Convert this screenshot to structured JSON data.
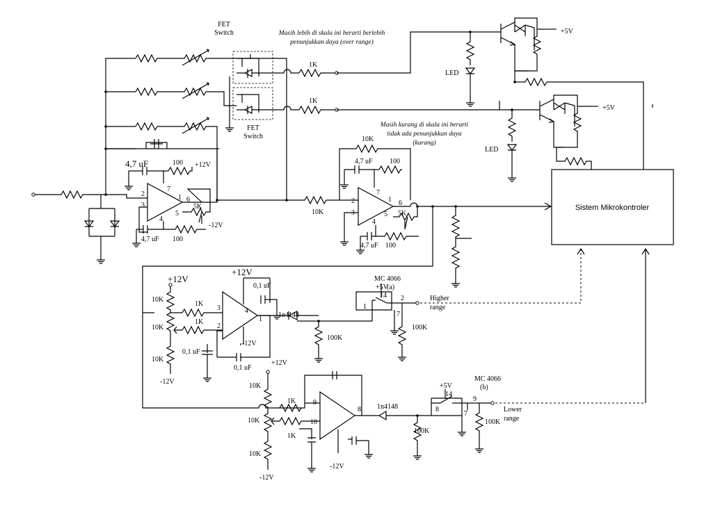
{
  "labels": {
    "fet_switch_1": [
      "FET",
      "Switch"
    ],
    "fet_switch_2": [
      "FET",
      "Switch"
    ],
    "note_over": [
      "Masih lebih di skala ini berarti berlebih",
      "penunjukkan daya (over range)"
    ],
    "note_under": [
      "Masih kurang di skala ini berarti",
      "tidak ada penunjukkan daya",
      "(kurang)"
    ],
    "r_1k_a": "1K",
    "r_1k_b": "1K",
    "led_1": "LED",
    "led_2": "LED",
    "vcc_5v_1": "+5V",
    "vcc_5v_2": "+5V",
    "cap_47_top": "4,7 uF",
    "r_100_a": "100",
    "v_12_a": "+12V",
    "pin_1": "1",
    "pin_2": "2",
    "pin_3": "3",
    "pin_4": "4",
    "pin_5": "5",
    "pin_6": "6",
    "pin_7": "7",
    "r_5k_a": "5K",
    "v_m12_a": "-12V",
    "cap_47_bot": "4,7 uF",
    "r_100_b": "100",
    "r_10k_fb": "10K",
    "cap_47_2": "4,7 uF",
    "r_100_c": "100",
    "r_10k_in": "10K",
    "op2_pin_1": "1",
    "op2_pin_2": "2",
    "op2_pin_3": "3",
    "op2_pin_4": "4",
    "op2_pin_5": "5",
    "op2_pin_6": "6",
    "op2_pin_7": "7",
    "r_5k_b": "5K",
    "cap_47_3": "4,7 uF",
    "r_100_d": "100",
    "mcu": "Sistem Mikrokontroler",
    "v_12_big_1": "+12V",
    "v_12_big_2": "+12V",
    "cap_01_a": "0,1 uF",
    "cap_01_b": "0,1 uF",
    "cap_01_c": "0,1 uF",
    "r_10k_a": "10K",
    "r_10k_b": "10K",
    "r_10k_c": "10K",
    "r_1k_c": "1K",
    "r_1k_d": "1K",
    "cmp1_pin_1": "1",
    "cmp1_pin_2": "2",
    "cmp1_pin_3": "3",
    "cmp1_pin_4": "4",
    "v_m12_b": "-12V",
    "v_m12_c": "-12V",
    "diode_1": "1n4148",
    "r_100k_a": "100K",
    "mc4066_a": [
      "MC 4066",
      "(a)"
    ],
    "v5_sw_a": "+5V",
    "sw_a_pin_14": "14",
    "sw_a_pin_1": "1",
    "sw_a_pin_2": "2",
    "sw_a_pin_7": "7",
    "r_100k_b": "100K",
    "higher_range": [
      "Higher",
      "range"
    ],
    "v_12_c": "+12V",
    "r_10k_d": "10K",
    "r_10k_e": "10K",
    "r_10k_f": "10K",
    "r_1k_e": "1K",
    "r_1k_f": "1K",
    "cmp2_pin_9": "9",
    "cmp2_pin_10": "10",
    "cmp2_pin_8": "8",
    "v_m12_d": "-12V",
    "v_m12_e": "-12V",
    "diode_2": "1n4148",
    "r_100k_c": "100K",
    "mc4066_b": [
      "MC 4066",
      "(b)"
    ],
    "v5_sw_b": "+5V",
    "sw_b_pin_14": "14",
    "sw_b_pin_8": "8",
    "sw_b_pin_9": "9",
    "sw_b_pin_7": "7",
    "r_100k_d": "100K",
    "lower_range": [
      "Lower",
      "range"
    ]
  }
}
